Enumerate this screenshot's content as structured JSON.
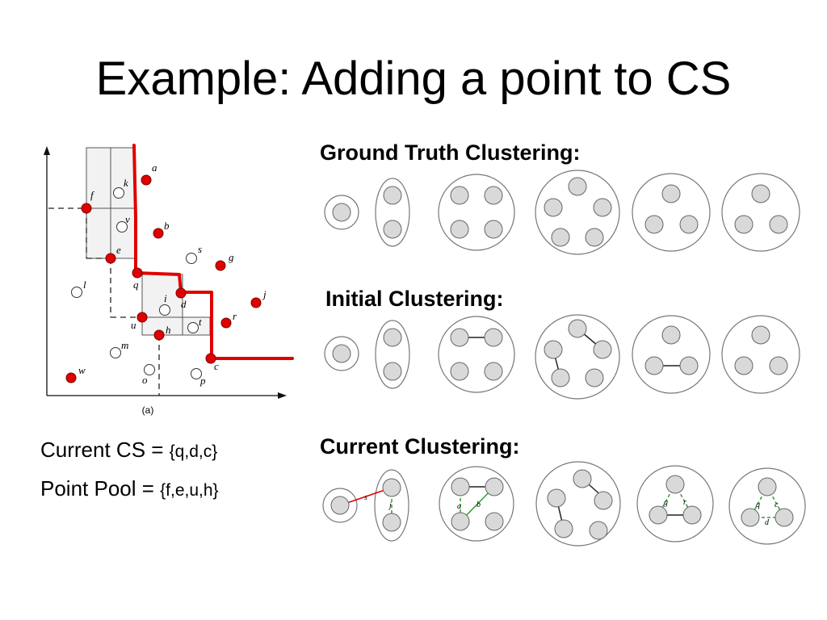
{
  "slide": {
    "title": "Example: Adding a point to CS"
  },
  "scatter": {
    "caption": "(a)",
    "filled_color": "#e00000",
    "frontier_color": "#e00000",
    "points": [
      {
        "label": "a",
        "filled": true
      },
      {
        "label": "k",
        "filled": false
      },
      {
        "label": "f",
        "filled": true
      },
      {
        "label": "v",
        "filled": false
      },
      {
        "label": "b",
        "filled": true
      },
      {
        "label": "e",
        "filled": true
      },
      {
        "label": "s",
        "filled": false
      },
      {
        "label": "g",
        "filled": true
      },
      {
        "label": "q",
        "filled": true
      },
      {
        "label": "l",
        "filled": false
      },
      {
        "label": "i",
        "filled": false
      },
      {
        "label": "d",
        "filled": true
      },
      {
        "label": "j",
        "filled": true
      },
      {
        "label": "u",
        "filled": true
      },
      {
        "label": "h",
        "filled": true
      },
      {
        "label": "t",
        "filled": false
      },
      {
        "label": "r",
        "filled": true
      },
      {
        "label": "m",
        "filled": false
      },
      {
        "label": "c",
        "filled": true
      },
      {
        "label": "w",
        "filled": true
      },
      {
        "label": "o",
        "filled": false
      },
      {
        "label": "p",
        "filled": false
      }
    ]
  },
  "current_cs": {
    "label": "Current CS = ",
    "value": "{q,d,c}"
  },
  "point_pool": {
    "label": "Point Pool = ",
    "value": "{f,e,u,h}"
  },
  "sections": {
    "ground_truth": {
      "heading": "Ground Truth Clustering:"
    },
    "initial": {
      "heading": "Initial Clustering:"
    },
    "current": {
      "heading": "Current Clustering:",
      "edge_labels": [
        "s",
        "j",
        "a",
        "b",
        "g",
        "r",
        "q",
        "c",
        "d"
      ],
      "positive_edge_color": "#2ca02c",
      "negative_edge_color": "#e00000"
    }
  },
  "colors": {
    "node_fill": "#d9d9d9",
    "node_stroke": "#666666",
    "cluster_stroke": "#777777",
    "box_fill": "#f2f2f2"
  }
}
